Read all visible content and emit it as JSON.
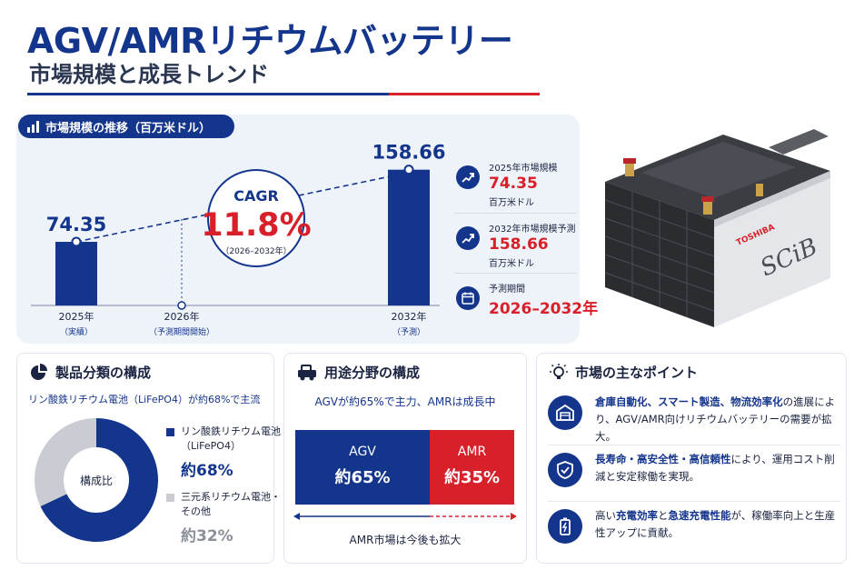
{
  "header": {
    "title": "AGV/AMRリチウムバッテリー",
    "subtitle": "市場規模と成長トレンド"
  },
  "market": {
    "tag_label": "市場規模の推移（百万米ドル）",
    "cagr_label": "CAGR",
    "cagr_value": "11.8%",
    "cagr_period": "（2026–2032年）",
    "ticks": [
      {
        "year": "2025年",
        "note": "（実績）"
      },
      {
        "year": "2026年",
        "note": "（予測期間開始）"
      },
      {
        "year": "2032年",
        "note": "（予測）"
      }
    ]
  },
  "chart_data": {
    "type": "bar",
    "categories": [
      "2025年",
      "2032年"
    ],
    "values": [
      74.35,
      158.66
    ],
    "value_labels": [
      "74.35",
      "158.66"
    ],
    "title": "市場規模の推移（百万米ドル）",
    "xlabel": "",
    "ylabel": "",
    "cagr": "11.8%",
    "grid": false,
    "colors": {
      "bar": "#14358c",
      "accent": "#d8202a"
    }
  },
  "stats": [
    {
      "icon": "growth-chart-icon",
      "label": "2025年市場規模",
      "value": "74.35",
      "unit": "百万米ドル"
    },
    {
      "icon": "growth-chart-icon",
      "label": "2032年市場規模予測",
      "value": "158.66",
      "unit": "百万米ドル"
    },
    {
      "icon": "calendar-icon",
      "label": "予測期間",
      "value": "2026–2032年",
      "unit": ""
    }
  ],
  "battery": {
    "brand": "TOSHIBA",
    "model": "SCiB"
  },
  "product": {
    "title": "製品分類の構成",
    "note": "リン酸鉄リチウム電池（LiFePO4）が約68%で主流",
    "center_label": "構成比",
    "segments": [
      {
        "name_line1": "リン酸鉄リチウム電池",
        "name_line2": "（LiFePO4）",
        "pct": "約68%",
        "value": 68,
        "color": "#14358c"
      },
      {
        "name_line1": "三元系リチウム電池・",
        "name_line2": "その他",
        "pct": "約32%",
        "value": 32,
        "color": "#c9ccd3"
      }
    ]
  },
  "usage": {
    "title": "用途分野の構成",
    "note": "AGVが約65%で主力、AMRは成長中",
    "agv_name": "AGV",
    "agv_pct": "約65%",
    "amr_name": "AMR",
    "amr_pct": "約35%",
    "caption": "AMR市場は今後も拡大"
  },
  "points": {
    "title": "市場の主なポイント",
    "items": [
      {
        "icon": "warehouse-icon",
        "highlight": "倉庫自動化、スマート製造、物流効率化",
        "text": "の進展により、AGV/AMR向けリチウムバッテリーの需要が拡大。"
      },
      {
        "icon": "shield-check-icon",
        "highlight": "長寿命・高安全性・高信頼性",
        "text": "により、運用コスト削減と安定稼働を実現。"
      },
      {
        "icon": "battery-charge-icon",
        "highlight_pre": "高い",
        "highlight": "充電効率",
        "mid": "と",
        "highlight2": "急速充電性能",
        "text": "が、稼働率向上と生産性アップに貢献。"
      }
    ]
  }
}
